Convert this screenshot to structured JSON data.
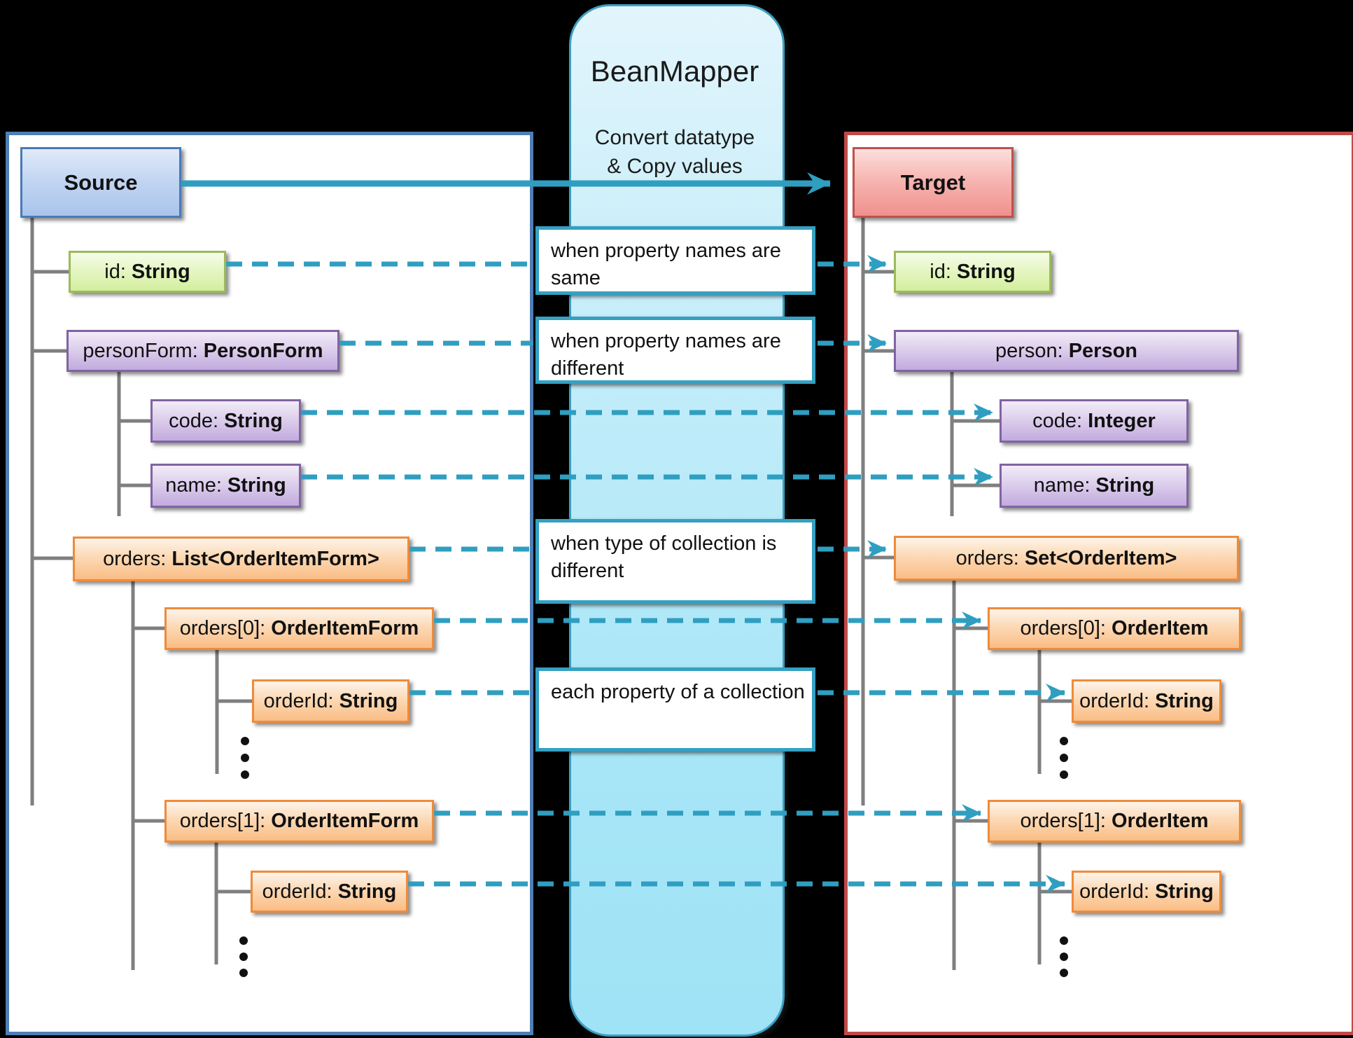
{
  "mapper": {
    "title": "BeanMapper",
    "subtitle": "Convert datatype\n& Copy values"
  },
  "annotations": {
    "same": "when property names are same",
    "different": "when property names are different",
    "collection": "when type of collection is different",
    "each": "each property  of a collection"
  },
  "source": {
    "title": "Source",
    "nodes": {
      "id": {
        "prefix": "id:",
        "type": "String"
      },
      "person": {
        "prefix": "personForm:",
        "type": "PersonForm"
      },
      "code": {
        "prefix": "code:",
        "type": "String"
      },
      "name": {
        "prefix": "name:",
        "type": "String"
      },
      "orders": {
        "prefix": "orders:",
        "type": "List<OrderItemForm>"
      },
      "order0": {
        "prefix": "orders[0]:",
        "type": "OrderItemForm"
      },
      "orderId0": {
        "prefix": "orderId:",
        "type": "String"
      },
      "order1": {
        "prefix": "orders[1]:",
        "type": "OrderItemForm"
      },
      "orderId1": {
        "prefix": "orderId:",
        "type": "String"
      }
    }
  },
  "target": {
    "title": "Target",
    "nodes": {
      "id": {
        "prefix": "id:",
        "type": "String"
      },
      "person": {
        "prefix": "person:",
        "type": "Person"
      },
      "code": {
        "prefix": "code:",
        "type": "Integer"
      },
      "name": {
        "prefix": "name:",
        "type": "String"
      },
      "orders": {
        "prefix": "orders:",
        "type": "Set<OrderItem>"
      },
      "order0": {
        "prefix": "orders[0]:",
        "type": "OrderItem"
      },
      "orderId0": {
        "prefix": "orderId:",
        "type": "String"
      },
      "order1": {
        "prefix": "orders[1]:",
        "type": "OrderItem"
      },
      "orderId1": {
        "prefix": "orderId:",
        "type": "String"
      }
    }
  },
  "colors": {
    "accent_teal": "#2f9ec0",
    "source_border": "#4e7fb5",
    "target_border": "#bf4a48",
    "tree_line": "#7f7f7f",
    "node_green": "#d3ee9e",
    "node_purple": "#c2aade",
    "node_orange": "#fabd85",
    "node_blue": "#a9c4ec",
    "node_red": "#f0918d",
    "mapper_fill": "#a8e6f7"
  }
}
